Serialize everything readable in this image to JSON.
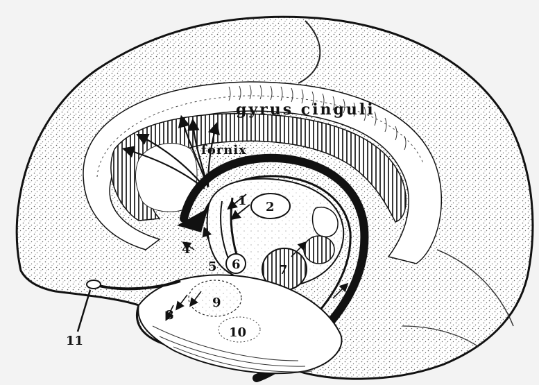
{
  "labels": {
    "gyrus_cinguli": "gyrus cinguli",
    "fornix": "fornix",
    "n1": "1",
    "n2": "2",
    "n4": "4",
    "n5": "5",
    "n6": "6",
    "n7": "7",
    "n8": "8",
    "n9": "9",
    "n10": "10",
    "n11": "11"
  },
  "colors": {
    "background": "#f3f3f3",
    "ink": "#111111",
    "stipple": "#555555",
    "paper": "#ffffff"
  }
}
